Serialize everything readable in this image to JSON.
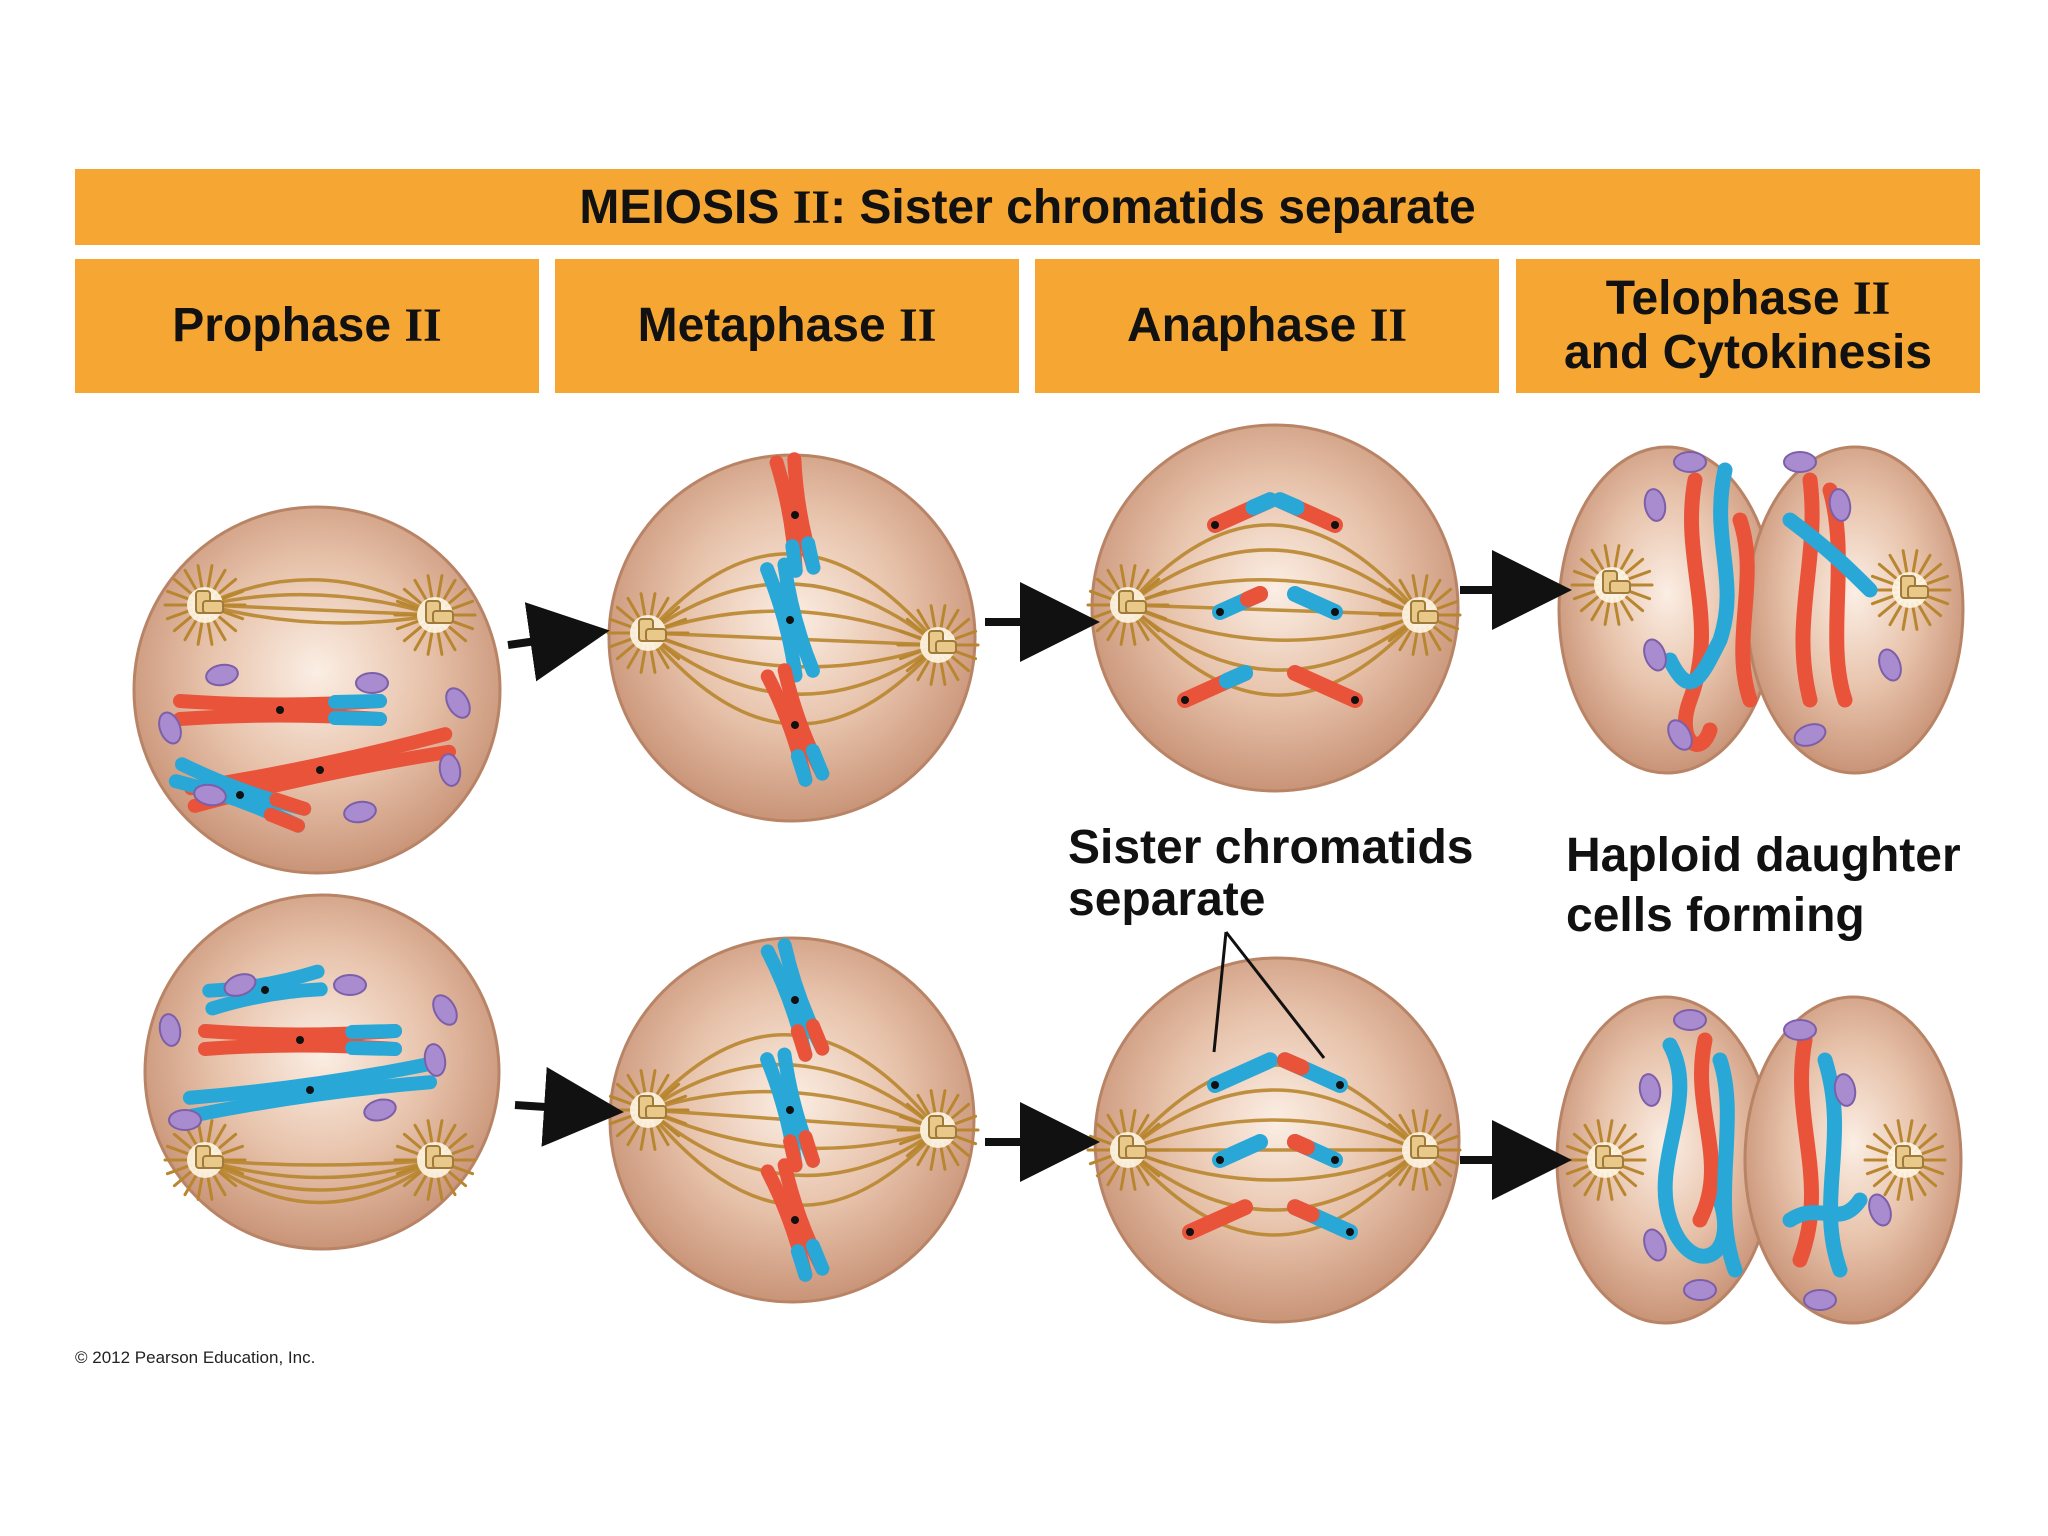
{
  "header": {
    "prefix": "MEIOSIS",
    "roman": "II",
    "suffix": ": Sister chromatids separate"
  },
  "stages": [
    {
      "name": "Prophase",
      "roman": "II",
      "line2": ""
    },
    {
      "name": "Metaphase",
      "roman": "II",
      "line2": ""
    },
    {
      "name": "Anaphase",
      "roman": "II",
      "line2": ""
    },
    {
      "name": "Telophase",
      "roman": "II",
      "line2": "and Cytokinesis"
    }
  ],
  "annotations": {
    "sister_chromatids": [
      "Sister chromatids",
      "separate"
    ],
    "haploid": [
      "Haploid daughter",
      "cells forming"
    ]
  },
  "copyright": "© 2012 Pearson Education, Inc.",
  "colors": {
    "banner": "#f6a733",
    "cell": "#d4a68a",
    "chromatid_red": "#e8533a",
    "chromatid_blue": "#29a8d8",
    "centrosome": "#e8c98a",
    "spindle": "#b8862f",
    "organelle": "#a98bd0"
  }
}
